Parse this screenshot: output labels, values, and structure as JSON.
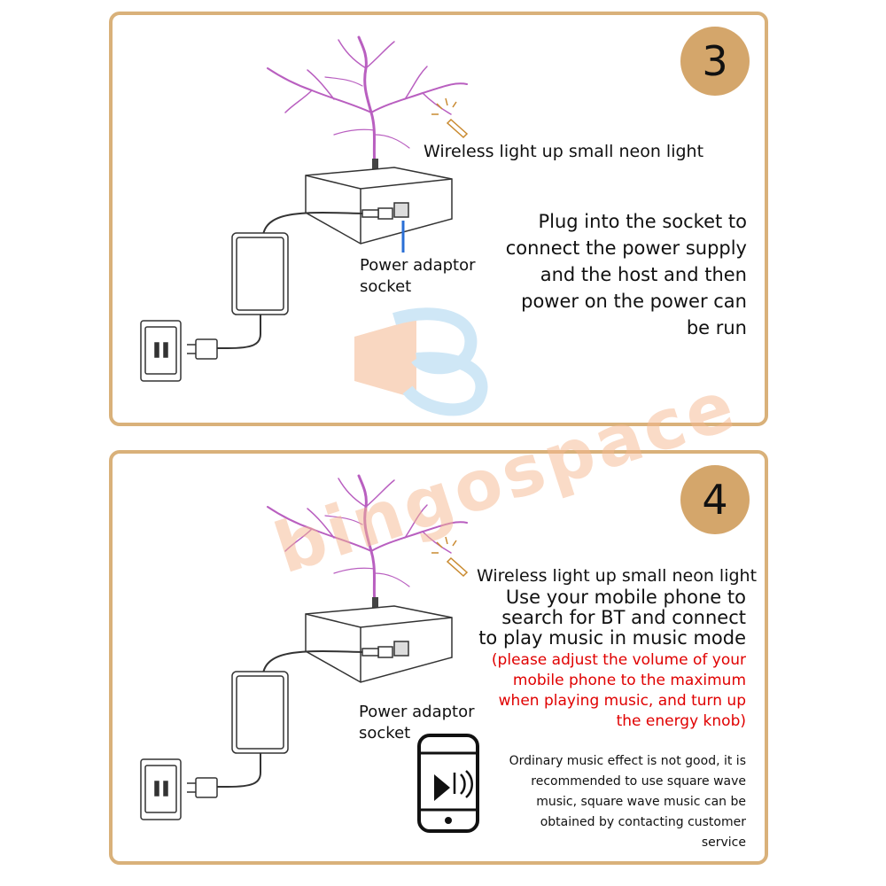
{
  "watermark": {
    "brand": "bingospace",
    "colors": {
      "orange": "#f5b890",
      "blue": "#a9d4f0"
    }
  },
  "step3": {
    "number": "3",
    "neon_label": "Wireless light up small neon light",
    "instruction_lines": [
      "Plug into the socket to",
      "connect the power supply",
      "and the host and then",
      "power on the power can",
      "be run"
    ],
    "socket_label_lines": [
      "Power adaptor",
      "socket"
    ]
  },
  "step4": {
    "number": "4",
    "neon_label": "Wireless light up small neon light",
    "instruction_lines": [
      "Use your mobile phone to",
      "search for BT and connect",
      "to play music in music mode"
    ],
    "warning_lines": [
      "(please adjust the volume of your",
      "mobile phone to the maximum",
      "when playing music, and turn up",
      "the energy knob)"
    ],
    "socket_label_lines": [
      "Power adaptor",
      "socket"
    ],
    "note_lines": [
      "Ordinary music effect is not good, it is",
      "recommended to use square wave",
      "music, square wave music can be",
      "obtained by contacting customer",
      "service"
    ]
  },
  "colors": {
    "border": "#d9b17a",
    "badge": "#d4a66b",
    "arc": "#b95fc0",
    "warning": "#e00000",
    "pointer": "#2a6fd6"
  }
}
